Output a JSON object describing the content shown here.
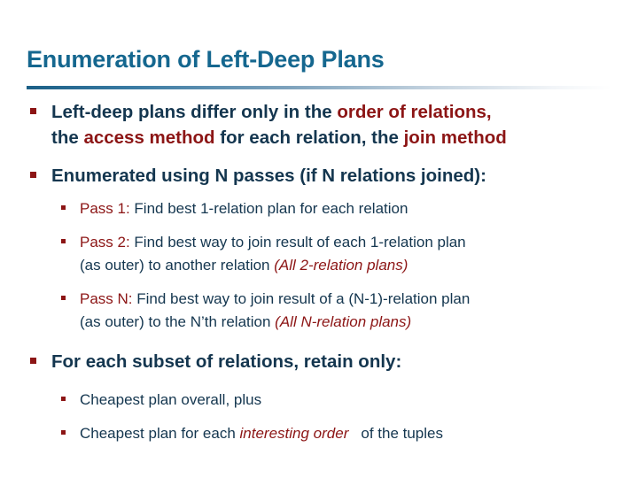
{
  "slide": {
    "title": "Enumeration of Left-Deep Plans",
    "accent_color": "#15678f",
    "body_color": "#14364f",
    "highlight_color": "#8c1515",
    "bullet_glyph": "square-bullet"
  },
  "bullets": {
    "b1": {
      "p1": "Left-deep plans differ only in the ",
      "p2": "order of relations,",
      "p3": "the ",
      "p4": "access method",
      "p5": " for each relation, the ",
      "p6": "join method"
    },
    "b2": {
      "p1": "Enumerated using N passes (if N relations joined):"
    },
    "b2s1": {
      "p1": "Pass 1:",
      "p2": "  Find best 1-relation plan for each relation"
    },
    "b2s2": {
      "p1": "Pass 2:",
      "p2": "  Find best way to join result of each 1-relation plan",
      "p3": "(as outer) to another relation ",
      "p4": "(All 2-relation plans)"
    },
    "b2s3": {
      "p1": "Pass N:",
      "p2": "  Find best way to join result of a (N-1)-relation plan",
      "p3": "(as outer) to the N’th relation ",
      "p4": "(All N-relation plans)"
    },
    "b3": {
      "p1": "For each subset of relations, retain only:"
    },
    "b3s1": {
      "p1": "Cheapest plan overall, plus"
    },
    "b3s2": {
      "p1": "Cheapest plan for each ",
      "p2": "interesting order",
      "p3": "of the tuples"
    }
  }
}
